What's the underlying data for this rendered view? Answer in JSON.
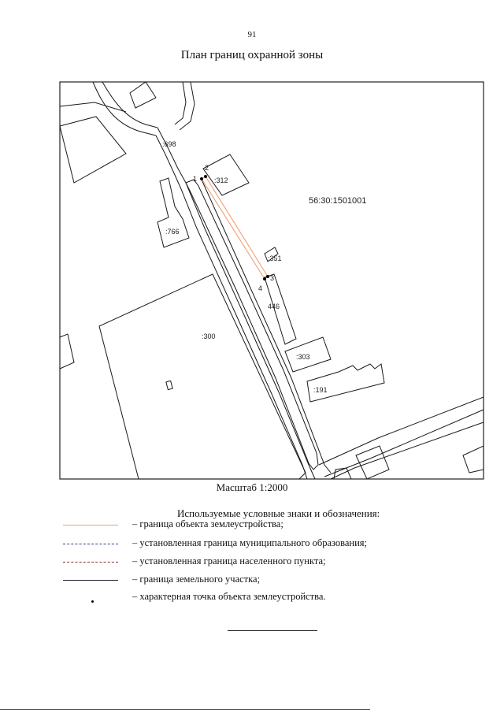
{
  "page_number": "91",
  "title": "План границ охранной зоны",
  "map": {
    "quarter_label": "56:30:1501001",
    "parcel_labels": [
      ":698",
      ":312",
      ":766",
      ":351",
      "446",
      ":300",
      ":303",
      ":191"
    ],
    "point_labels": [
      "1",
      "2",
      "3",
      "4"
    ],
    "colors": {
      "parcel_line": "#1a1a1a",
      "object_boundary": "#f0a070",
      "point": "#000000"
    }
  },
  "scale_text": "Масштаб 1:2000",
  "legend": {
    "title": "Используемые условные знаки и обозначения:",
    "items": [
      {
        "text": "– граница объекта землеустройства;",
        "color": "#f0a070",
        "style": "solid"
      },
      {
        "text": "– установленная граница муниципального образования;",
        "color": "#2b3f8c",
        "style": "dash-dot"
      },
      {
        "text": "– установленная граница населенного пункта;",
        "color": "#8b2a2a",
        "style": "dash-dot"
      },
      {
        "text": "– граница земельного участка;",
        "color": "#1a1a2a",
        "style": "solid"
      },
      {
        "text": "– характерная точка объекта землеустройства.",
        "color": "#000000",
        "style": "point"
      }
    ]
  }
}
